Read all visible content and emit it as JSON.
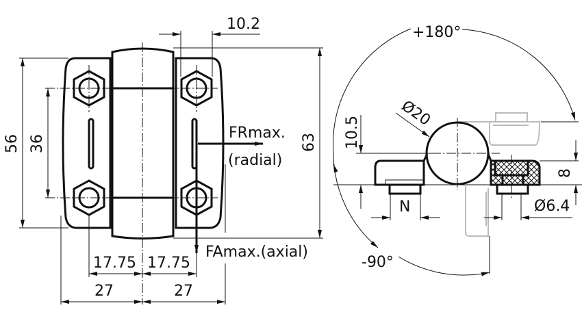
{
  "front_view": {
    "dim_top": "10.2",
    "dim_height_total": "63",
    "dim_leaf_height": "56",
    "dim_hole_spacing": "36",
    "dim_hole_left": "17.75",
    "dim_hole_right": "17.75",
    "dim_width_left": "27",
    "dim_width_right": "27",
    "force_radial_line1": "FRmax.",
    "force_radial_line2": "(radial)",
    "force_axial": "FAmax.(axial)"
  },
  "side_view": {
    "angle_open": "+180°",
    "angle_close": "-90°",
    "dim_barrel_diameter": "Ø20",
    "dim_axis_height": "10.5",
    "dim_thickness": "8",
    "dim_hole_diameter": "Ø6.4",
    "dim_nut": "N"
  }
}
